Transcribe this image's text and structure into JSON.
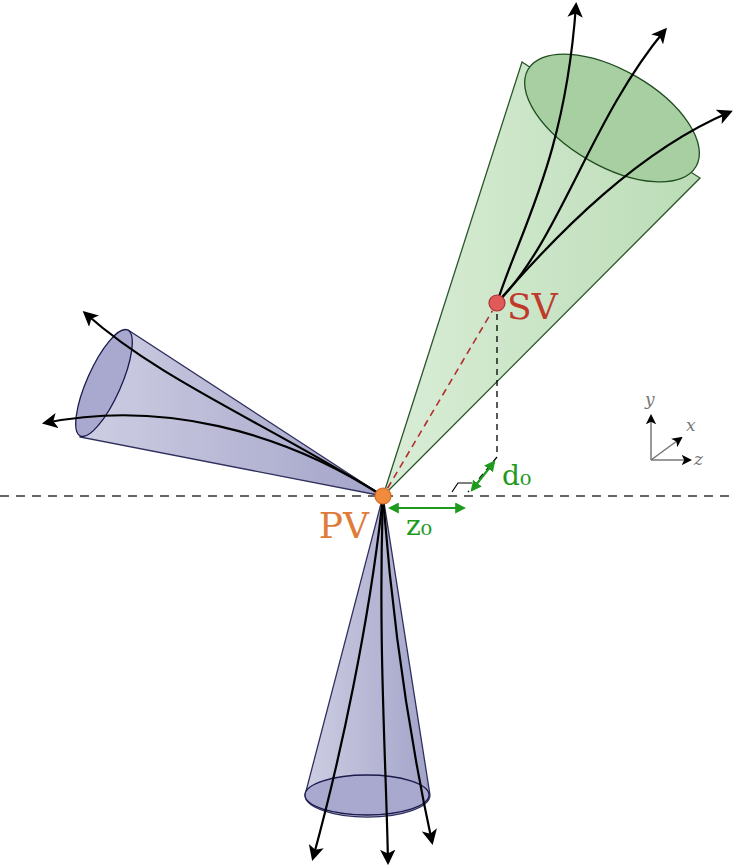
{
  "diagram": {
    "nodes": [
      {
        "text": [
          "SV"
        ]
      },
      {
        "text": [
          "PV"
        ]
      }
    ],
    "edges": [
      {
        "from": 1,
        "to": 0,
        "arrow": "none"
      }
    ],
    "labels": [
      "d₀",
      "z₀",
      "y",
      "x",
      "z"
    ]
  }
}
